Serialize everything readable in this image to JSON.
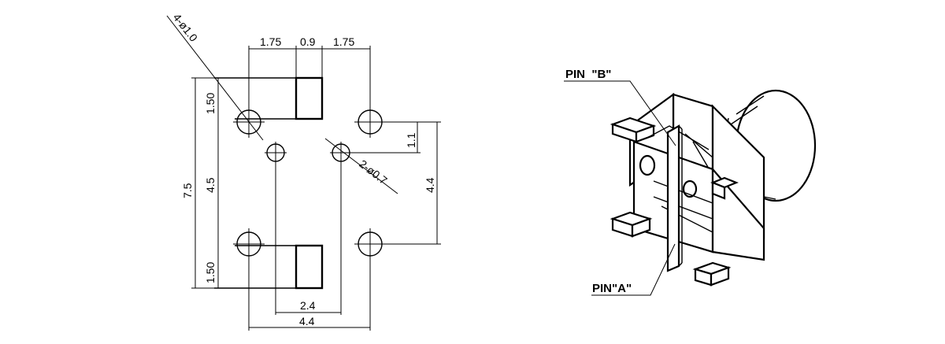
{
  "footprint": {
    "mounting_hole_callout": "4-ø1.0",
    "pin_hole_callout": "2-ø0.7",
    "dimensions": {
      "top_left_pitch": "1.75",
      "top_center_width": "0.9",
      "top_right_pitch": "1.75",
      "left_top_pad_height": "1.50",
      "left_center_spacing": "4.5",
      "left_bottom_pad_height": "1.50",
      "overall_height": "7.5",
      "right_offset": "1.1",
      "right_hole_spacing": "4.4",
      "bottom_pin_spacing": "2.4",
      "bottom_hole_spacing": "4.4"
    }
  },
  "component_view": {
    "pin_b_label": "PIN  \"B\"",
    "pin_a_label": "PIN\"A\""
  }
}
